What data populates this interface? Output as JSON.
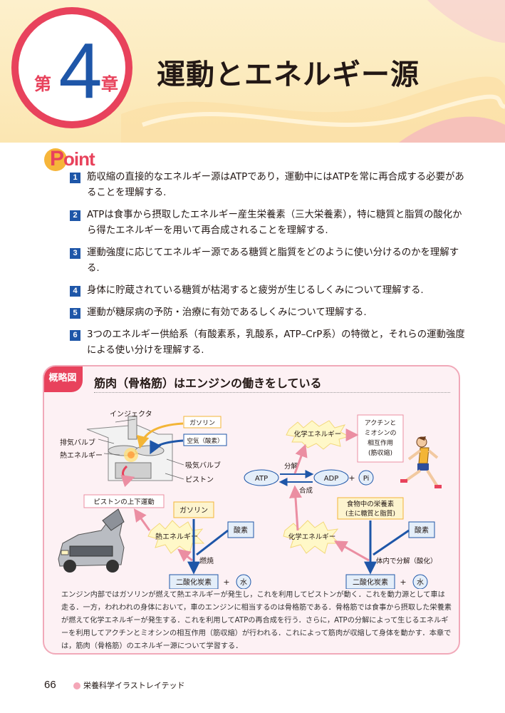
{
  "header": {
    "chapter_prefix": "第",
    "chapter_number": "4",
    "chapter_suffix": "章",
    "title": "運動とエネルギー源",
    "accent_color": "#e8425c",
    "number_color": "#1e56a8",
    "background_color": "#fbe8b6"
  },
  "point": {
    "heading_first": "P",
    "heading_rest": "oint",
    "items": [
      {
        "num": "1",
        "text": "筋収縮の直接的なエネルギー源はATPであり，運動中にはATPを常に再合成する必要があることを理解する."
      },
      {
        "num": "2",
        "text": "ATPは食事から摂取したエネルギー産生栄養素（三大栄養素），特に糖質と脂質の酸化から得たエネルギーを用いて再合成されることを理解する."
      },
      {
        "num": "3",
        "text": "運動強度に応じてエネルギー源である糖質と脂質をどのように使い分けるのかを理解する."
      },
      {
        "num": "4",
        "text": "身体に貯蔵されている糖質が枯渇すると疲労が生じるしくみについて理解する."
      },
      {
        "num": "5",
        "text": "運動が糖尿病の予防・治療に有効であるしくみについて理解する."
      },
      {
        "num": "6",
        "text": "3つのエネルギー供給系（有酸素系，乳酸系，ATP–CrP系）の特徴と，それらの運動強度による使い分けを理解する."
      }
    ]
  },
  "summary": {
    "tag": "概略図",
    "title": "筋肉（骨格筋）はエンジンの働きをしている",
    "engine": {
      "injector": "インジェクタ",
      "gasoline_label": "ガソリン",
      "air": "空気（酸素）",
      "exhaust_valve": "排気バルブ",
      "heat_energy_label": "熱エネルギー",
      "intake_valve": "吸気バルブ",
      "piston": "ピストン",
      "piston_motion": "ピストンの上下運動",
      "gasoline": "ガソリン",
      "heat_energy": "熱エネルギー",
      "oxygen": "酸素",
      "combustion": "燃焼",
      "co2": "二酸化炭素",
      "plus": "+",
      "water": "水"
    },
    "muscle": {
      "chemical_energy_top": "化学エネルギー",
      "actin_myosin": [
        "アクチンと",
        "ミオシンの",
        "相互作用",
        "(筋収縮)"
      ],
      "decomposition": "分解",
      "atp": "ATP",
      "adp": "ADP",
      "plus": "+",
      "pi": "Pi",
      "synthesis": "合成",
      "food_nutrients": [
        "食物中の栄養素",
        "(主に糖質と脂質)"
      ],
      "chemical_energy": "化学エネルギー",
      "oxygen": "酸素",
      "in_body_decomposition": "体内で分解（酸化）",
      "co2": "二酸化炭素",
      "plus2": "+",
      "water": "水"
    },
    "caption": "エンジン内部ではガソリンが燃えて熱エネルギーが発生し，これを利用してピストンが動く．これを動力源として車は走る．一方，われわれの身体において，車のエンジンに相当するのは骨格筋である．骨格筋では食事から摂取した栄養素が燃えて化学エネルギーが発生する．これを利用してATPの再合成を行う．さらに，ATPの分解によって生じるエネルギーを利用してアクチンとミオシンの相互作用（筋収縮）が行われる．これによって筋肉が収縮して身体を動かす．本章では，筋肉（骨格筋）のエネルギー源について学習する．"
  },
  "footer": {
    "page_number": "66",
    "book_title": "栄養科学イラストレイテッド"
  }
}
